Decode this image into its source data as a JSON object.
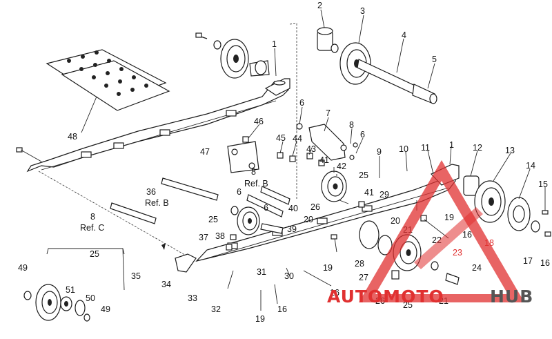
{
  "callouts": [
    {
      "id": "c1a",
      "text": "1"
    },
    {
      "id": "c1b",
      "text": "1"
    },
    {
      "id": "c2",
      "text": "2"
    },
    {
      "id": "c3",
      "text": "3"
    },
    {
      "id": "c4",
      "text": "4"
    },
    {
      "id": "c5",
      "text": "5"
    },
    {
      "id": "c6a",
      "text": "6"
    },
    {
      "id": "c6b",
      "text": "6"
    },
    {
      "id": "c6c",
      "text": "6"
    },
    {
      "id": "c6d",
      "text": "6"
    },
    {
      "id": "c7",
      "text": "7"
    },
    {
      "id": "c8a",
      "text": "8"
    },
    {
      "id": "c8b",
      "text": "8"
    },
    {
      "id": "c8c",
      "text": "8"
    },
    {
      "id": "c9",
      "text": "9"
    },
    {
      "id": "c10",
      "text": "10"
    },
    {
      "id": "c11",
      "text": "11"
    },
    {
      "id": "c12",
      "text": "12"
    },
    {
      "id": "c13",
      "text": "13"
    },
    {
      "id": "c14",
      "text": "14"
    },
    {
      "id": "c15",
      "text": "15"
    },
    {
      "id": "c16a",
      "text": "16"
    },
    {
      "id": "c16b",
      "text": "16"
    },
    {
      "id": "c16c",
      "text": "16"
    },
    {
      "id": "c16d",
      "text": "16"
    },
    {
      "id": "c17",
      "text": "17"
    },
    {
      "id": "c18",
      "text": "18"
    },
    {
      "id": "c19a",
      "text": "19"
    },
    {
      "id": "c19b",
      "text": "19"
    },
    {
      "id": "c19c",
      "text": "19"
    },
    {
      "id": "c20a",
      "text": "20"
    },
    {
      "id": "c20b",
      "text": "20"
    },
    {
      "id": "c21a",
      "text": "21"
    },
    {
      "id": "c21b",
      "text": "21"
    },
    {
      "id": "c22",
      "text": "22"
    },
    {
      "id": "c23",
      "text": "23"
    },
    {
      "id": "c24",
      "text": "24"
    },
    {
      "id": "c25a",
      "text": "25"
    },
    {
      "id": "c25b",
      "text": "25"
    },
    {
      "id": "c25c",
      "text": "25"
    },
    {
      "id": "c25d",
      "text": "25"
    },
    {
      "id": "c26a",
      "text": "26"
    },
    {
      "id": "c26b",
      "text": "26"
    },
    {
      "id": "c27",
      "text": "27"
    },
    {
      "id": "c28",
      "text": "28"
    },
    {
      "id": "c29",
      "text": "29"
    },
    {
      "id": "c30",
      "text": "30"
    },
    {
      "id": "c31",
      "text": "31"
    },
    {
      "id": "c32",
      "text": "32"
    },
    {
      "id": "c33",
      "text": "33"
    },
    {
      "id": "c34",
      "text": "34"
    },
    {
      "id": "c35",
      "text": "35"
    },
    {
      "id": "c36",
      "text": "36"
    },
    {
      "id": "c37",
      "text": "37"
    },
    {
      "id": "c38",
      "text": "38"
    },
    {
      "id": "c39",
      "text": "39"
    },
    {
      "id": "c40",
      "text": "40"
    },
    {
      "id": "c41a",
      "text": "41"
    },
    {
      "id": "c41b",
      "text": "41"
    },
    {
      "id": "c42",
      "text": "42"
    },
    {
      "id": "c43",
      "text": "43"
    },
    {
      "id": "c44",
      "text": "44"
    },
    {
      "id": "c45",
      "text": "45"
    },
    {
      "id": "c46",
      "text": "46"
    },
    {
      "id": "c47",
      "text": "47"
    },
    {
      "id": "c48",
      "text": "48"
    },
    {
      "id": "c49a",
      "text": "49"
    },
    {
      "id": "c49b",
      "text": "49"
    },
    {
      "id": "c50",
      "text": "50"
    },
    {
      "id": "c51",
      "text": "51"
    }
  ],
  "reference_labels": {
    "ref_b_center": "Ref. B",
    "ref_b_left": "Ref. B",
    "ref_c": "Ref. C"
  },
  "watermark": {
    "part1": "AUTOMOTO",
    "part2": "HUB",
    "color_red": "#e03030",
    "color_gray": "#555555"
  }
}
